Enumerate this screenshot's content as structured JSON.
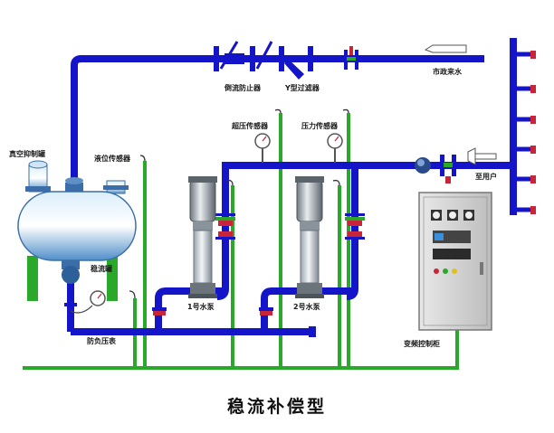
{
  "labels": {
    "backflow_preventer": "倒流防止器",
    "y_strainer": "Y型过滤器",
    "municipal_water": "市政来水",
    "overpressure_sensor": "超压传感器",
    "pressure_sensor": "压力传感器",
    "vacuum_suppressor": "真空抑制罐",
    "level_sensor": "液位传感器",
    "to_user": "至用户",
    "surge_tank": "稳流罐",
    "negative_pressure_gauge": "防负压表",
    "pump1": "1号水泵",
    "pump2": "2号水泵",
    "vfd_cabinet": "变频控制柜"
  },
  "caption": "稳流补偿型",
  "colors": {
    "pipe": "#1414c8",
    "signal": "#2aa82a",
    "tank": "#6aa6d8",
    "cabinet": "#d9d9d9",
    "valve": "#c8243a"
  }
}
